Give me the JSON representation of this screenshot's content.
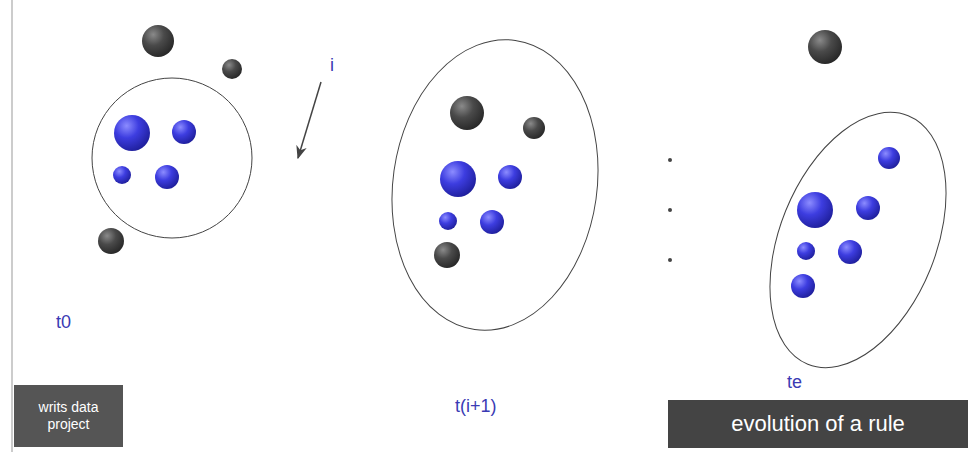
{
  "diagram": {
    "nodes": [
      {
        "text": [
          "writs data project"
        ]
      },
      {
        "text": [
          "evolution of a rule"
        ]
      }
    ],
    "labels": [
      "i",
      "t0",
      "t(i+1)",
      "te"
    ]
  }
}
